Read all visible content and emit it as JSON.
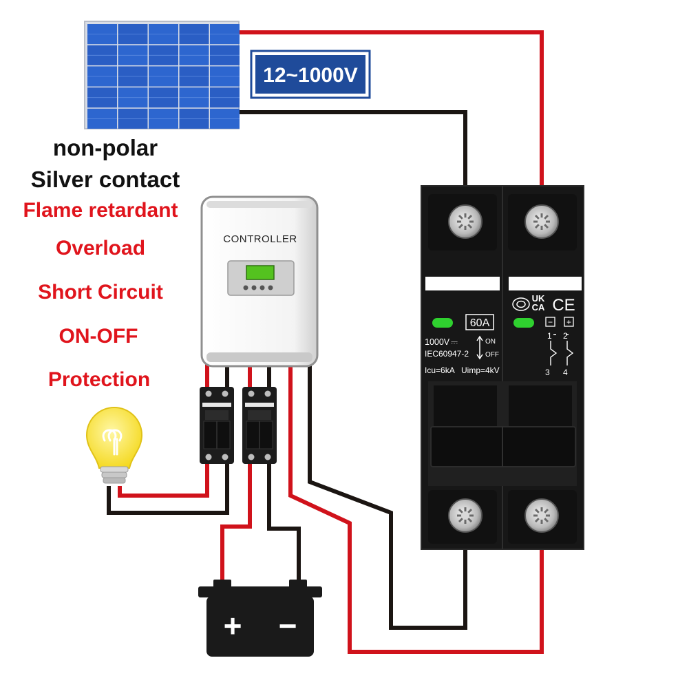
{
  "colors": {
    "wire_positive": "#d0121b",
    "wire_negative": "#1b1512",
    "badge_blue": "#1f4b9a",
    "feature_red": "#e0141c",
    "breaker_body": "#1a1a1a",
    "led_green": "#2fd12f",
    "bulb_yellow": "#f8e32c"
  },
  "voltage_badge": {
    "text": "12~1000V"
  },
  "features": {
    "black": [
      "non-polar",
      "Silver contact"
    ],
    "red": [
      "Flame retardant",
      "Overload",
      "Short Circuit",
      "ON-OFF",
      "Protection"
    ]
  },
  "controller": {
    "label": "CONTROLLER"
  },
  "breaker": {
    "rating": "60A",
    "voltage": "1000V",
    "dc_symbol": "⎓",
    "standard": "IEC60947-2",
    "on_label": "ON",
    "off_label": "OFF",
    "icu": "Icu=6kA",
    "uimp": "Uimp=4kV",
    "certs": {
      "ukca_top": "UK",
      "ukca_bottom": "CA",
      "ce": "CE"
    },
    "terminals": {
      "t1": "1",
      "t2": "2",
      "t3": "3",
      "t4": "4"
    },
    "minus_sign": "−",
    "plus_sign": "+"
  },
  "battery": {
    "plus": "+",
    "minus": "−"
  },
  "icons": {
    "solar_panel": "solar-panel-icon",
    "bulb": "light-bulb-icon",
    "battery": "battery-icon",
    "screw": "screw-terminal-icon"
  }
}
